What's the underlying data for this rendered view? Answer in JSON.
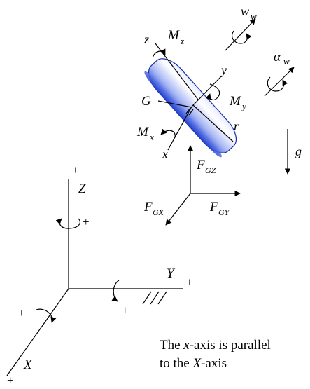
{
  "labels": {
    "z": "z",
    "Mz": "M",
    "Mz_sub": "z",
    "ww": "w",
    "ww_sub": "w",
    "aw": "α",
    "aw_sub": "w",
    "y": "y",
    "My": "M",
    "My_sub": "y",
    "G": "G",
    "r": "r",
    "Mx": "M",
    "Mx_sub": "x",
    "x": "x",
    "g": "g",
    "FGZ": "F",
    "FGZ_sub": "GZ",
    "FGX": "F",
    "FGX_sub": "GX",
    "FGY": "F",
    "FGY_sub": "GY",
    "Z": "Z",
    "Y": "Y",
    "X": "X",
    "plus": "+"
  },
  "caption": {
    "line1_pre": "The ",
    "line1_it": "x",
    "line1_post": "-axis is parallel",
    "line2_pre": "to the ",
    "line2_it": "X",
    "line2_post": "-axis"
  },
  "colors": {
    "disk_light": "#ffffff",
    "disk_mid": "#a9b8f5",
    "disk_dark": "#2d4fd6",
    "ink": "#000000"
  }
}
